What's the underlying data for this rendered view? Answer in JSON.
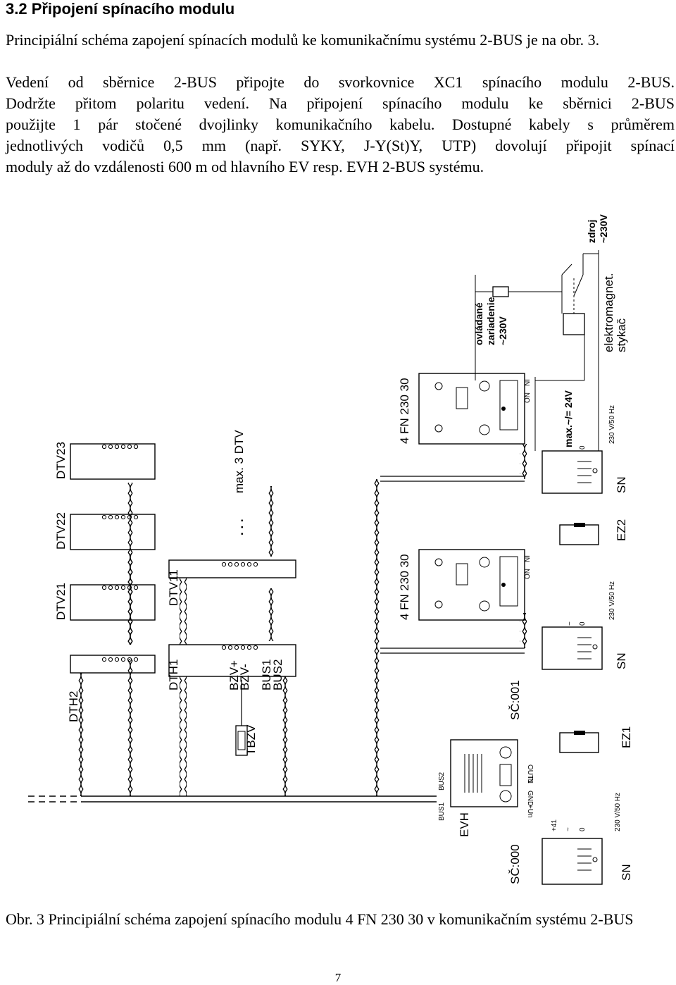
{
  "heading": "3.2 Připojení spínacího modulu",
  "paragraph1": "Principiální schéma zapojení spínacích modulů ke komunikačnímu systému 2-BUS je na obr. 3.",
  "paragraph2_lines": [
    "Vedení od sběrnice 2-BUS připojte do svorkovnice XC1 spínacího modulu 2-BUS.",
    "Dodržte přitom polaritu vedení. Na připojení spínacího modulu ke sběrnici 2-BUS",
    "použijte 1 pár stočené dvojlinky komunikačního kabelu. Dostupné kabely s průměrem",
    "jednotlivých vodičů 0,5 mm (např. SYKY, J-Y(St)Y, UTP) dovolují připojit spínací",
    "moduly až do vzdálenosti 600 m od hlavního EV resp. EVH 2-BUS systému."
  ],
  "diagram": {
    "dtv23": "DTV23",
    "dtv22": "DTV22",
    "dtv21": "DTV21",
    "dth2": "DTH2",
    "dtv11": "DTV11",
    "dth1": "DTH1",
    "max3dtv": "max. 3 DTV",
    "dots": ". . .",
    "bzv_plus": "BZV+",
    "bzv_minus": "BZV-",
    "bus1": "BUS1",
    "bus2": "BUS2",
    "tbzv": "TBZV",
    "module_upper": "4 FN 230 30",
    "module_lower": "4 FN 230 30",
    "ni": "NI",
    "on": "ON",
    "max24": "max.~/= 24V",
    "zero": "0",
    "tilde": "~",
    "hz230": "230 V/50 Hz",
    "ovladane1": "ovládané",
    "ovladane2": "zariadenie",
    "ovladane3": "~230V",
    "zdroj1": "zdroj",
    "zdroj2": "~230V",
    "stykac1": "elektromagnet.",
    "stykac2": "stykač",
    "sn": "SN",
    "ez1": "EZ1",
    "ez2": "EZ2",
    "evh": "EVH",
    "evh_bus1": "BUS1",
    "evh_bus2": "BUS2",
    "plus": "+",
    "minus": "-",
    "sc001": "SČ:001",
    "sc000": "SČ:000",
    "out1": "OUT1",
    "in": "IN",
    "gnd": "GND",
    "un": "+Un",
    "p41": "+41"
  },
  "caption": "Obr. 3  Principiální schéma zapojení spínacího modulu 4 FN 230 30 v komunikačním systému 2-BUS",
  "page_number": "7"
}
